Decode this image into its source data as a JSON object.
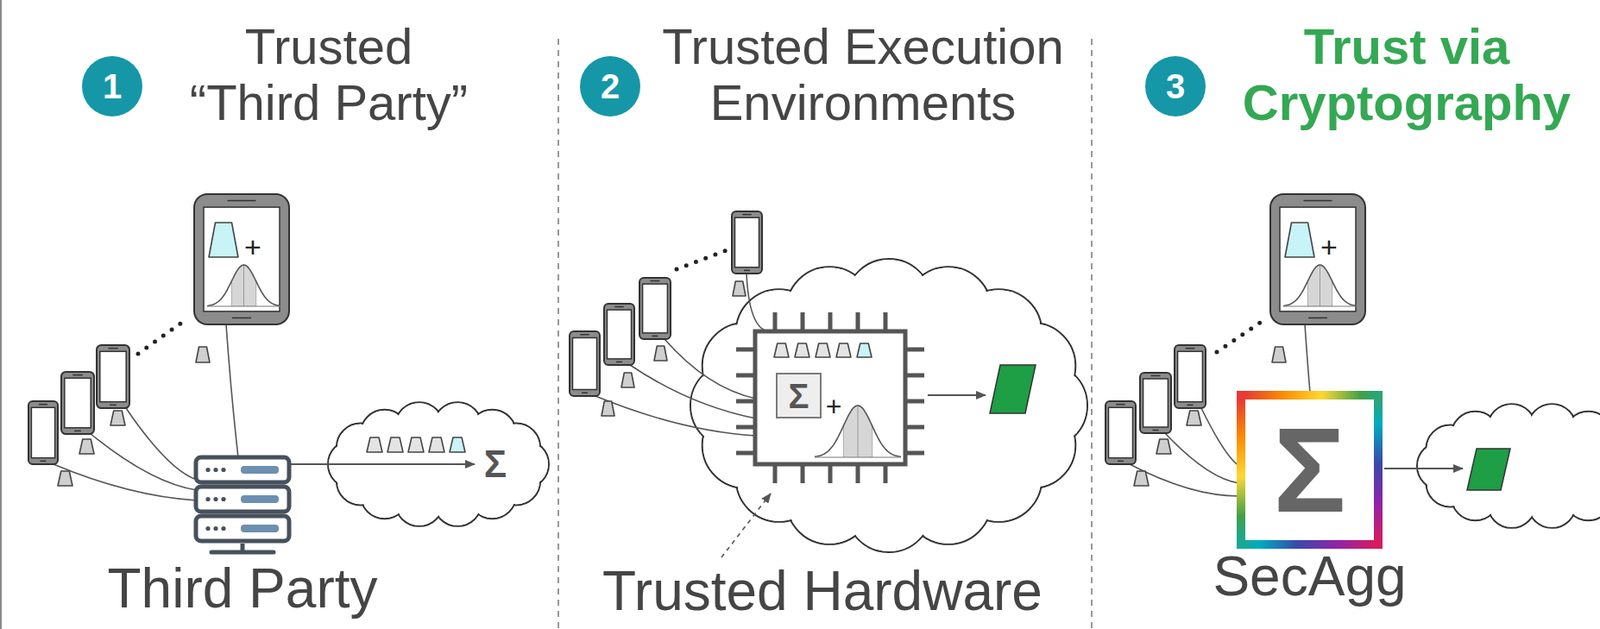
{
  "diagram": {
    "nodes": [
      {
        "text": [
          "1"
        ]
      },
      {
        "text": [
          "2"
        ]
      },
      {
        "text": [
          "3"
        ]
      },
      {
        "text": [
          "Third Party"
        ]
      },
      {
        "text": [
          "Σ"
        ]
      },
      {
        "text": [
          "Σ"
        ]
      },
      {
        "text": [
          "Σ",
          "SecAgg"
        ]
      }
    ],
    "edges": [
      {
        "from": 3,
        "to": 4,
        "arrow": "to"
      }
    ],
    "labels": [
      "Trusted “Third Party”",
      "+",
      "Trusted Execution Environments",
      "+",
      "Trusted Hardware",
      "Trust via Cryptography",
      "+"
    ]
  }
}
